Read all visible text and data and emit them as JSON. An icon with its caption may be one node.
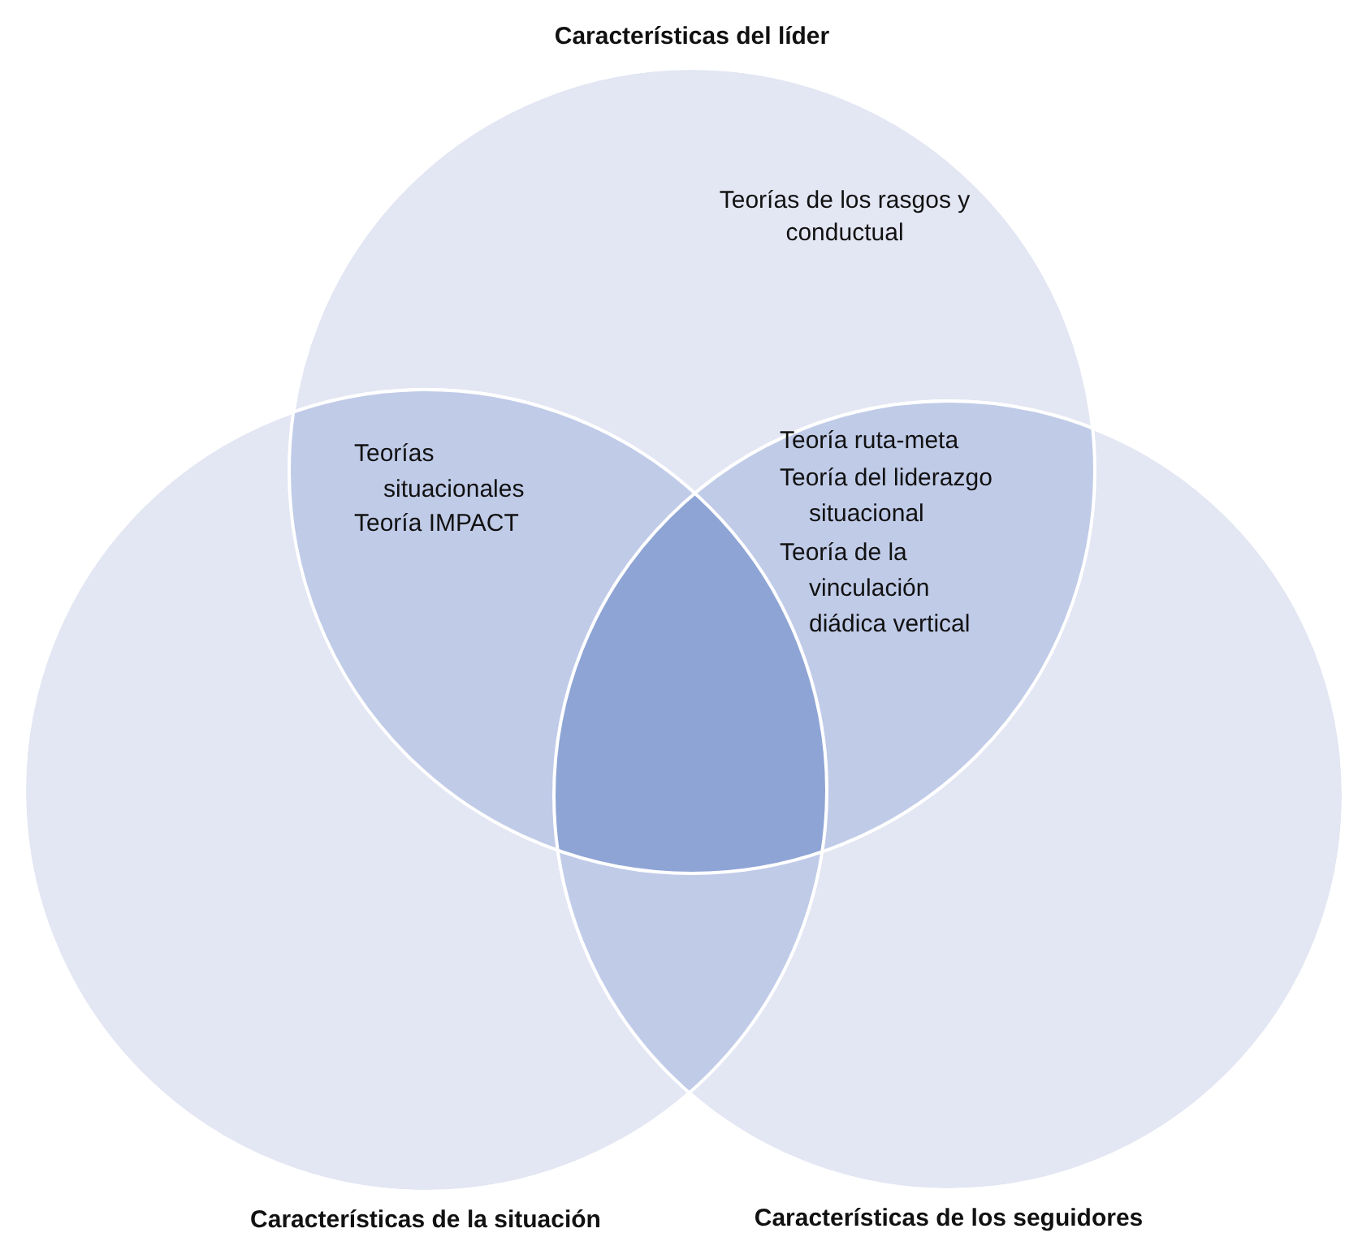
{
  "diagram": {
    "nodes": [
      {
        "text": [
          "Características del líder",
          "Teorías de los rasgos y conductual"
        ]
      },
      {
        "text": [
          "Características de la situación"
        ]
      },
      {
        "text": [
          "Características de los seguidores"
        ]
      }
    ],
    "labels": [
      "Teorías situacionales",
      "Teoría IMPACT",
      "Teoría ruta-meta",
      "Teoría del liderazgo situacional",
      "Teoría de la vinculación diádica vertical"
    ]
  }
}
